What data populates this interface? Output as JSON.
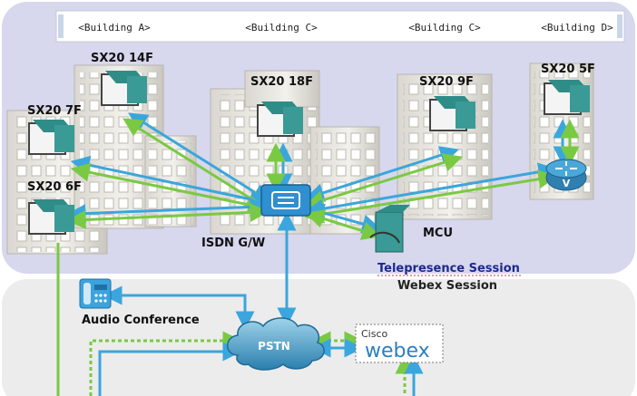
{
  "header": {
    "buildings": [
      "<Building A>",
      "<Building C>",
      "<Building C>",
      "<Building D>"
    ]
  },
  "endpoints": [
    "SX20  14F",
    "SX20  7F",
    "SX20  6F",
    "SX20  18F",
    "SX20  9F",
    "SX20  5F"
  ],
  "nodes": {
    "isdn_gw": "ISDN G/W",
    "mcu": "MCU",
    "router_glyph": "V",
    "pstn": "PSTN",
    "audio_conference": "Audio Conference",
    "webex_brand_small": "Cisco",
    "webex_brand": "webex"
  },
  "legend": {
    "telepresence": "Telepresence Session",
    "webex_session": "Webex Session"
  },
  "colors": {
    "top_zone": "#d7d7ee",
    "bottom_zone": "#ececec",
    "telepresence_line": "#7ac943",
    "webex_line": "#3aa6dd",
    "device_teal": "#3a9a96"
  }
}
